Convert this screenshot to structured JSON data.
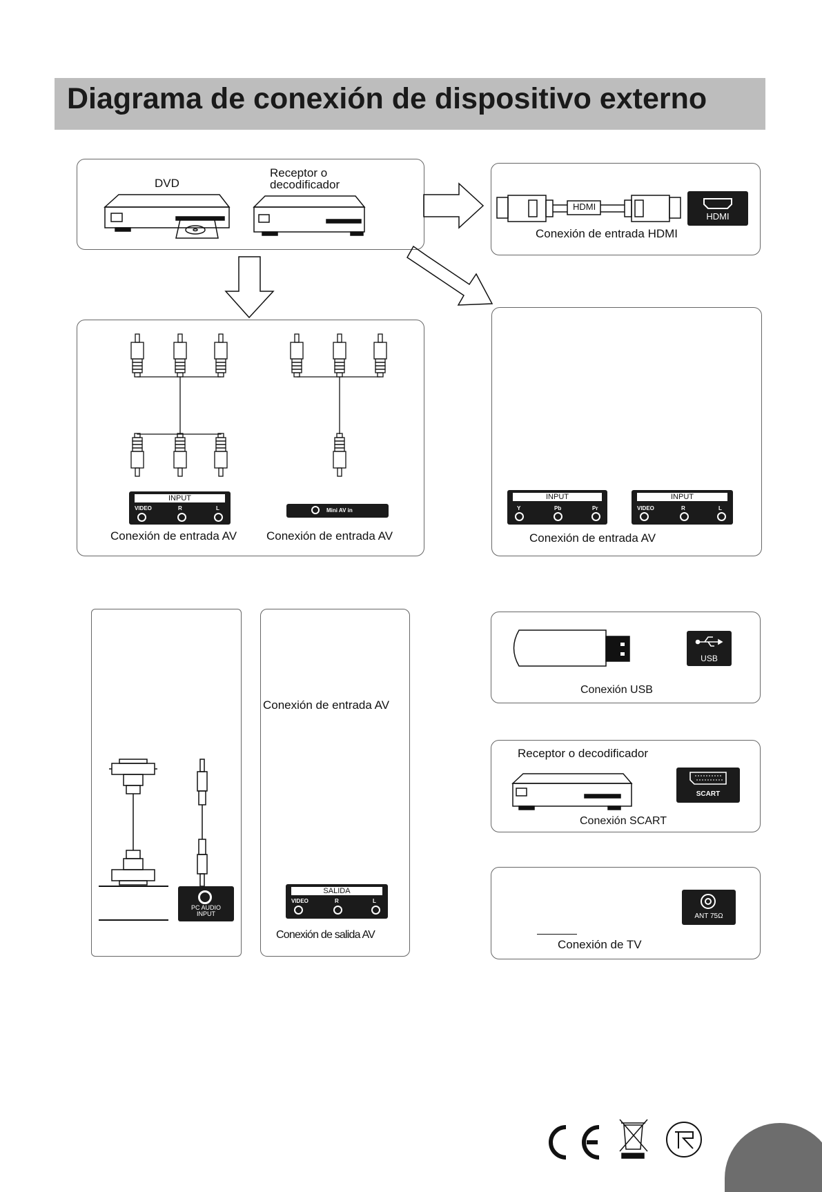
{
  "header": {
    "title": "Diagrama de conexión de dispositivo externo"
  },
  "source_panel": {
    "dvd_label": "DVD",
    "receiver_label_line1": "Receptor o",
    "receiver_label_line2": "decodificador"
  },
  "hdmi_panel": {
    "cable_label": "HDMI",
    "port_label": "HDMI",
    "caption": "Conexión de entrada HDMI"
  },
  "av_panel_left": {
    "port_title": "INPUT",
    "port_jacks": [
      "VIDEO",
      "R",
      "L"
    ],
    "caption_1": "Conexión de entrada AV",
    "mini_port_label": "Mini AV in",
    "caption_2": "Conexión de entrada AV"
  },
  "av_panel_right": {
    "component_title": "INPUT",
    "component_jacks": [
      "Y",
      "Pb",
      "Pr"
    ],
    "composite_title": "INPUT",
    "composite_jacks": [
      "VIDEO",
      "R",
      "L"
    ],
    "caption": "Conexión de entrada AV"
  },
  "pc_panel": {
    "port_label_line1": "PC AUDIO",
    "port_label_line2": "INPUT"
  },
  "av_out_panel": {
    "caption_top": "Conexión de entrada AV",
    "port_title": "SALIDA",
    "port_jacks": [
      "VIDEO",
      "R",
      "L"
    ],
    "caption": "Conexión de salida AV"
  },
  "usb_panel": {
    "port_label": "USB",
    "caption": "Conexión USB"
  },
  "scart_panel": {
    "title": "Receptor o decodificador",
    "port_label": "SCART",
    "caption": "Conexión SCART"
  },
  "tv_panel": {
    "port_label": "ANT 75Ω",
    "caption": "Conexión de TV"
  },
  "footer": {
    "marks": [
      "CE",
      "WEEE",
      "RoHS"
    ]
  }
}
